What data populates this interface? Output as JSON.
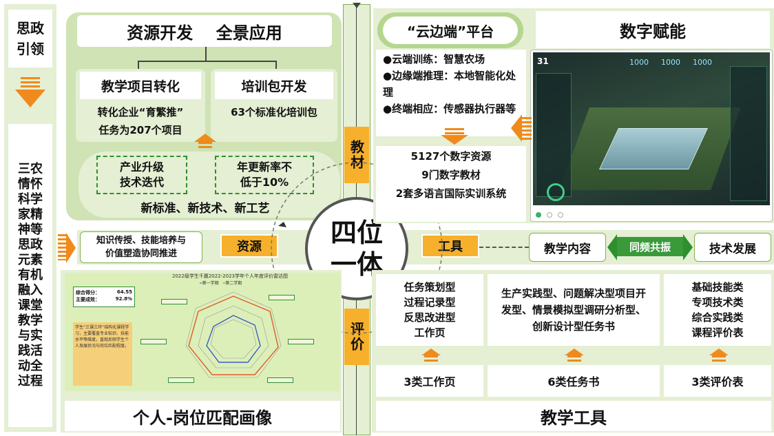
{
  "left_col": {
    "top": "思政\n引领",
    "vertical": "三农情怀科学家精神等思政元素有机融入课堂教学与实践活动全过程"
  },
  "resource": {
    "title": "资源开发    全景应用",
    "proj": {
      "title": "教学项目转化",
      "l1": "转化企业“育繁推”",
      "l2": "任务为207个项目"
    },
    "pack": {
      "title": "培训包开发",
      "l1": "63个标准化培训包"
    },
    "box1": "产业升级\n技术迭代",
    "box2": "年更新率不\n低于10%",
    "caption": "新标准、新技术、新工艺"
  },
  "mid": {
    "knowledge": "知识传授、技能培养与\n价值塑造协同推进",
    "res_label": "资源",
    "tool_label": "工具",
    "center_line1": "四位",
    "center_line2": "一体",
    "jiaocai": "教材",
    "pingjia": "评价"
  },
  "cloud": {
    "title": "“云边端”平台",
    "b1": "●云端训练：智慧农场",
    "b2": "●边缘端推理：本地智能化处理",
    "b3": "●终端相应：传感器执行器等"
  },
  "digital": {
    "title": "数字赋能",
    "d1": "5127个数字资源",
    "d2": "9门数字教材",
    "d3": "2套多语言国际实训系统"
  },
  "resonance": {
    "left": "教学内容",
    "center": "同频共振",
    "right": "技术发展"
  },
  "tools": {
    "col1": {
      "text": "任务策划型\n过程记录型\n反思改进型\n工作页",
      "count": "3类工作页"
    },
    "col2": {
      "text": "生产实践型、问题解决型项目开发型、情景模拟型调研分析型、创新设计型任务书",
      "count": "6类任务书"
    },
    "col3": {
      "text": "基础技能类\n专项技术类\n综合实践类\n课程评价表",
      "count": "3类评价表"
    },
    "title": "教学工具"
  },
  "portrait": {
    "title": "个人-岗位匹配画像",
    "radar_title": "2022级学生千赢2022-2023学年个人年度评价雷达图",
    "legend1": "第一学期",
    "legend2": "第二学期",
    "score1_label": "综合得分：",
    "score1_value": "64.55",
    "score2_label": "主要成效：",
    "score2_value": "92.8%",
    "note": "学生“三课三环”结构化课程学习，主要覆盖专业知识、技能水平等维度，直观反映学生个人发展状况与岗位匹配程度。"
  },
  "dashboard": {
    "temp": "31",
    "stat1": "1000",
    "stat2": "1000",
    "stat3": "1000"
  },
  "colors": {
    "green_light": "#e4efd3",
    "green_mid": "#cfe3b4",
    "orange": "#f08a1c",
    "label_orange": "#f7b02b"
  }
}
